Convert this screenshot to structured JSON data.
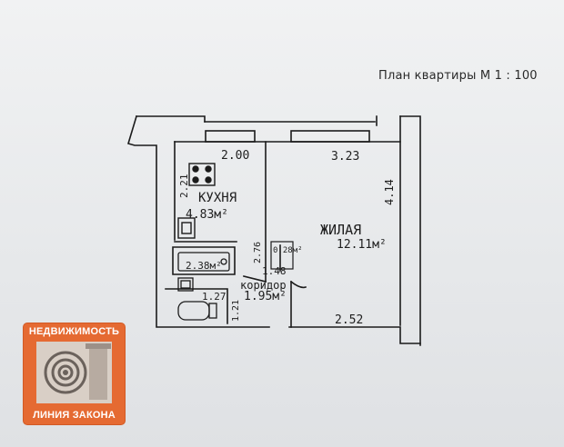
{
  "caption": {
    "scale": "План квартиры М 1 : 100"
  },
  "plan": {
    "kitchen": {
      "name": "КУХНЯ",
      "area": "4.83м²",
      "width": "2.00",
      "depth": "2.21"
    },
    "living": {
      "name": "ЖИЛАЯ",
      "area": "12.11м²",
      "width_top": "3.23",
      "width_bottom": "2.52",
      "depth": "4.14"
    },
    "corridor": {
      "name": "коридор",
      "area": "1.95м²",
      "width": "1.48"
    },
    "bath": {
      "area": "2.38м²"
    },
    "wc": {
      "area": "1.27"
    },
    "closet": {
      "area": "0.28м²"
    },
    "misc": {
      "corridor_len": "2.76",
      "wc_len": "1.21"
    }
  },
  "logo": {
    "top_text": "НЕДВИЖИМОСТЬ",
    "bottom_text": "ЛИНИЯ ЗАКОНА",
    "accent": "#e56a32"
  }
}
